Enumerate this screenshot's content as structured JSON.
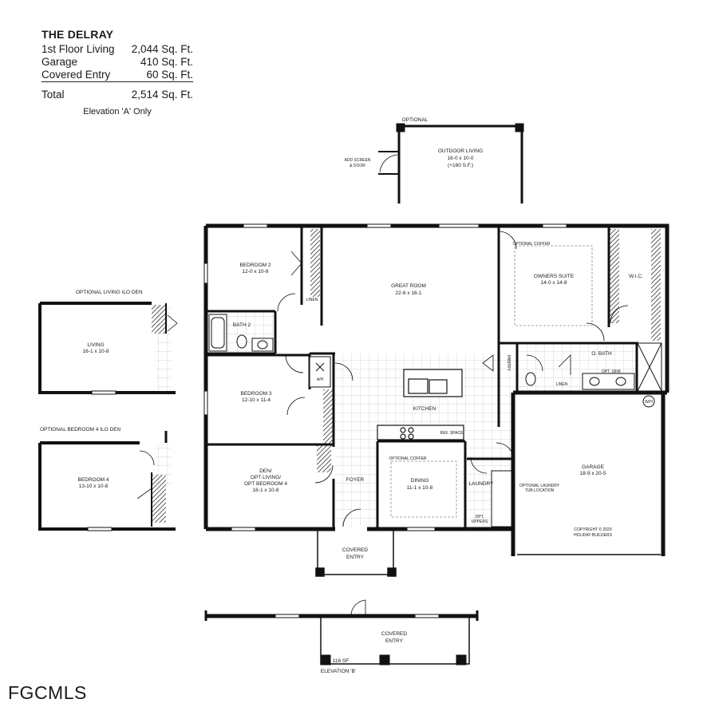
{
  "plan": {
    "name": "THE DELRAY",
    "areas": [
      {
        "label": "1st Floor Living",
        "value": "2,044 Sq. Ft."
      },
      {
        "label": "Garage",
        "value": "410 Sq. Ft."
      },
      {
        "label": "Covered Entry",
        "value": "60 Sq. Ft."
      }
    ],
    "total": {
      "label": "Total",
      "value": "2,514 Sq. Ft."
    },
    "elevation_note": "Elevation 'A' Only"
  },
  "optional_outdoor": {
    "heading": "OPTIONAL",
    "name": "OUTDOOR LIVING",
    "size": "16-0 x 10-0",
    "extra": "(+160 S.F.)",
    "screen_note": [
      "ADD SCREEN",
      "& DOOR"
    ]
  },
  "rooms": {
    "bedroom2": {
      "name": "BEDROOM 2",
      "size": "12-0 x 10-8"
    },
    "great_room": {
      "name": "GREAT ROOM",
      "size": "22-6 x 16-1"
    },
    "owners_suite": {
      "name": "OWNERS SUITE",
      "size": "14-0 x 14-8"
    },
    "wic": {
      "name": "W.I.C."
    },
    "bath2": {
      "name": "BATH 2"
    },
    "obath": {
      "name": "O. BATH"
    },
    "bedroom3": {
      "name": "BEDROOM 3",
      "size": "12-10 x 11-4"
    },
    "kitchen": {
      "name": "KITCHEN"
    },
    "den": {
      "name": [
        "DEN/",
        "OPT LIVING/",
        "OPT BEDROOM 4"
      ],
      "size": "16-1 x 10-8"
    },
    "foyer": {
      "name": "FOYER"
    },
    "dining": {
      "name": "DINING",
      "size": "11-1 x 10-8"
    },
    "laundry": {
      "name": "LAUNDRY"
    },
    "garage": {
      "name": "GARAGE",
      "size": "18-9 x 20-5"
    },
    "covered_entry": {
      "name": [
        "COVERED",
        "ENTRY"
      ]
    }
  },
  "small_notes": {
    "linen1": "LINEN",
    "linen2": "LINEN",
    "pantry": "PANTRY",
    "optional_coffer1": "OPTIONAL COFFER",
    "optional_coffer2": "OPTIONAL COFFER",
    "opt_sink": "OPT. SINK",
    "ref_space": "REF. SPACE",
    "opt_uppers": [
      "OPT.",
      "UPPERS"
    ],
    "laundry_tub": [
      "OPTIONAL LAUNDRY",
      "TUB LOCATION"
    ],
    "copyright": [
      "COPYRIGHT © 2020",
      "HOLIDAY BUILDERS"
    ],
    "wh": "W/H",
    "ah": "A/H"
  },
  "optional_living": {
    "heading": "OPTIONAL LIVING ILO DEN",
    "name": "LIVING",
    "size": "16-1 x 10-8"
  },
  "optional_bedroom4": {
    "heading": "OPTIONAL BEDROOM 4 ILO DEN",
    "name": "BEDROOM 4",
    "size": "13-10 x 10-8"
  },
  "elevation_b": {
    "name": [
      "COVERED",
      "ENTRY"
    ],
    "area": "116 SF",
    "caption": "ELEVATION 'B'"
  },
  "watermark": "FGCMLS"
}
